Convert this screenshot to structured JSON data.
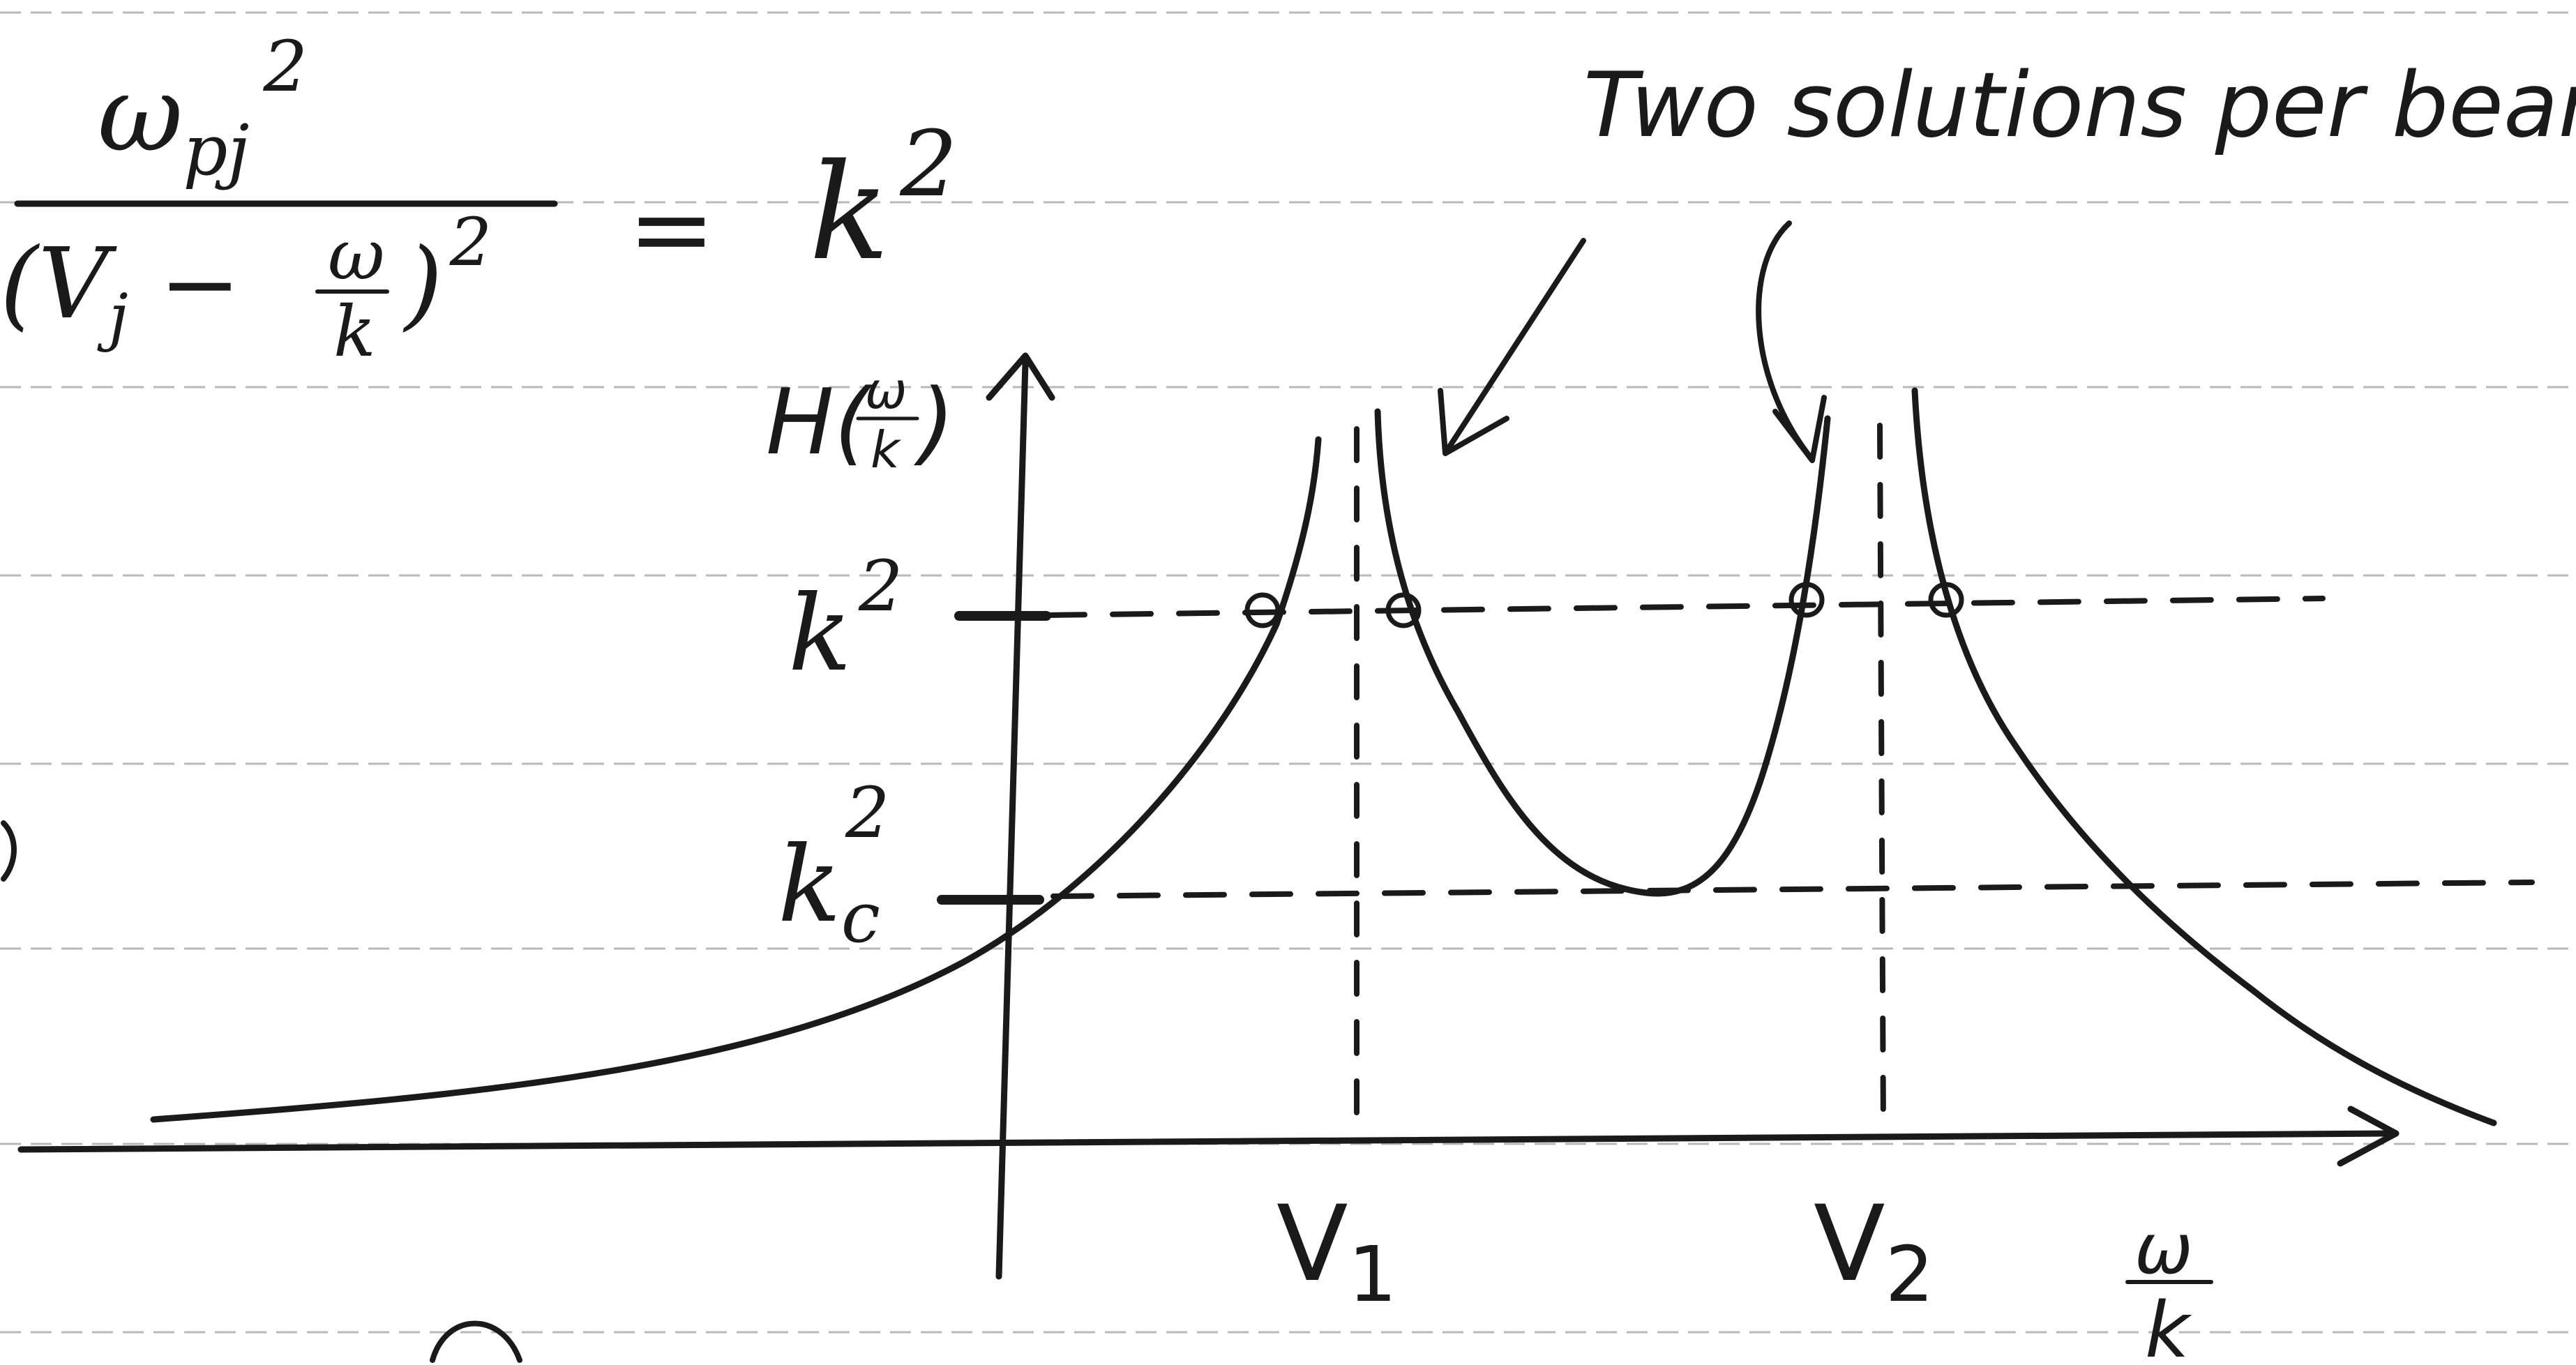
{
  "equation": {
    "numerator_base": "ω",
    "numerator_sub": "pj",
    "numerator_exp": "2",
    "denominator_open": "(V",
    "denominator_sub": "j",
    "denominator_minus": " − ",
    "fraction_num": "ω",
    "fraction_den": "k",
    "denominator_close": ")",
    "denominator_exp": "2",
    "equals": "=",
    "rhs_base": "k",
    "rhs_exp": "2"
  },
  "annotation": {
    "text": "Two solutions per beam."
  },
  "axes": {
    "y_label_func": "H(",
    "y_label_num": "ω",
    "y_label_den": "k",
    "y_label_close": ")",
    "x_label_num": "ω",
    "x_label_den": "k"
  },
  "levels": [
    {
      "base": "k",
      "sub": "",
      "exp": "2"
    },
    {
      "base": "k",
      "sub": "c",
      "exp": "2"
    }
  ],
  "beams": [
    {
      "label": "V",
      "sub": "1"
    },
    {
      "label": "V",
      "sub": "2"
    }
  ],
  "colors": {
    "ink": "#1a1a1a",
    "rule_lines": "#b8b8b8",
    "paper": "#ffffff"
  }
}
